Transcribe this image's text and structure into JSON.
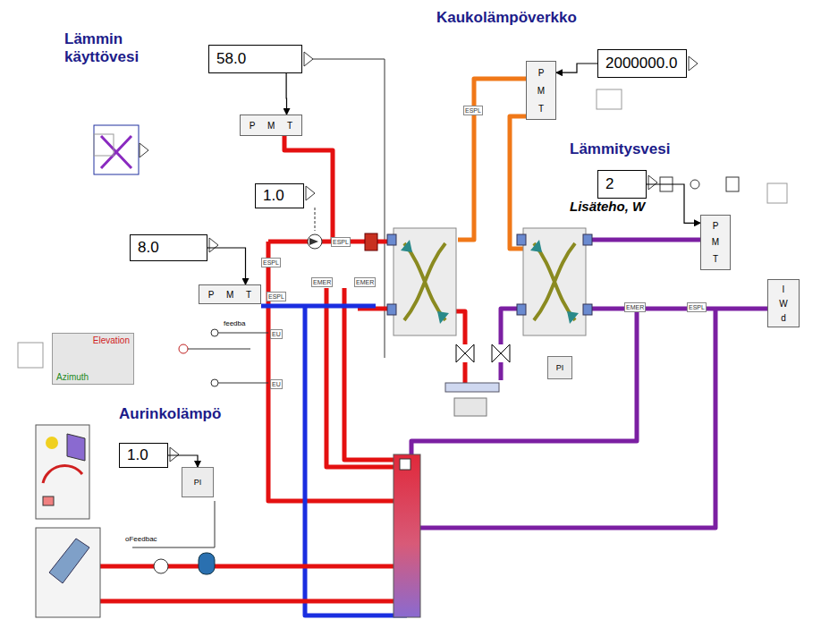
{
  "diagram": {
    "nodes": [
      {
        "text": [
          "58.0"
        ]
      },
      {
        "text": [
          "P",
          "M",
          "T"
        ]
      },
      {
        "text": [
          "1.0"
        ]
      },
      {
        "text": [
          "8.0"
        ]
      },
      {
        "text": [
          "P",
          "M",
          "T"
        ]
      },
      {
        "text": [
          "2000000.0"
        ]
      },
      {
        "text": [
          "P",
          "M",
          "T"
        ]
      },
      {
        "text": [
          "2"
        ]
      },
      {
        "text": [
          "P",
          "M",
          "T"
        ]
      },
      {
        "text": [
          "1.0"
        ]
      },
      {
        "text": [
          "PI"
        ]
      },
      {
        "text": [
          "I",
          "W",
          "d"
        ]
      },
      {
        "text": [
          "PI"
        ]
      },
      {
        "text": [
          "Elevation",
          "Azimuth"
        ]
      }
    ],
    "edges": [
      {
        "from": 0,
        "to": 1,
        "arrow": "to"
      },
      {
        "from": 3,
        "to": 4,
        "arrow": "to"
      },
      {
        "from": 5,
        "to": 6,
        "arrow": "to"
      },
      {
        "from": 7,
        "to": 8,
        "arrow": "to"
      },
      {
        "from": 9,
        "to": 10,
        "arrow": "to"
      }
    ],
    "labels": [
      "Lämmin käyttövesi",
      "Kaukolämpöverkko",
      "Lämmitysvesi",
      "Lisäteho, W",
      "Aurinkolämpö",
      "ESPL",
      "ESPL",
      "ESPL",
      "ESPL",
      "ESPL",
      "EMER",
      "EMER",
      "EMER",
      "EU",
      "EU",
      "oFeedbac",
      "feedba"
    ]
  }
}
